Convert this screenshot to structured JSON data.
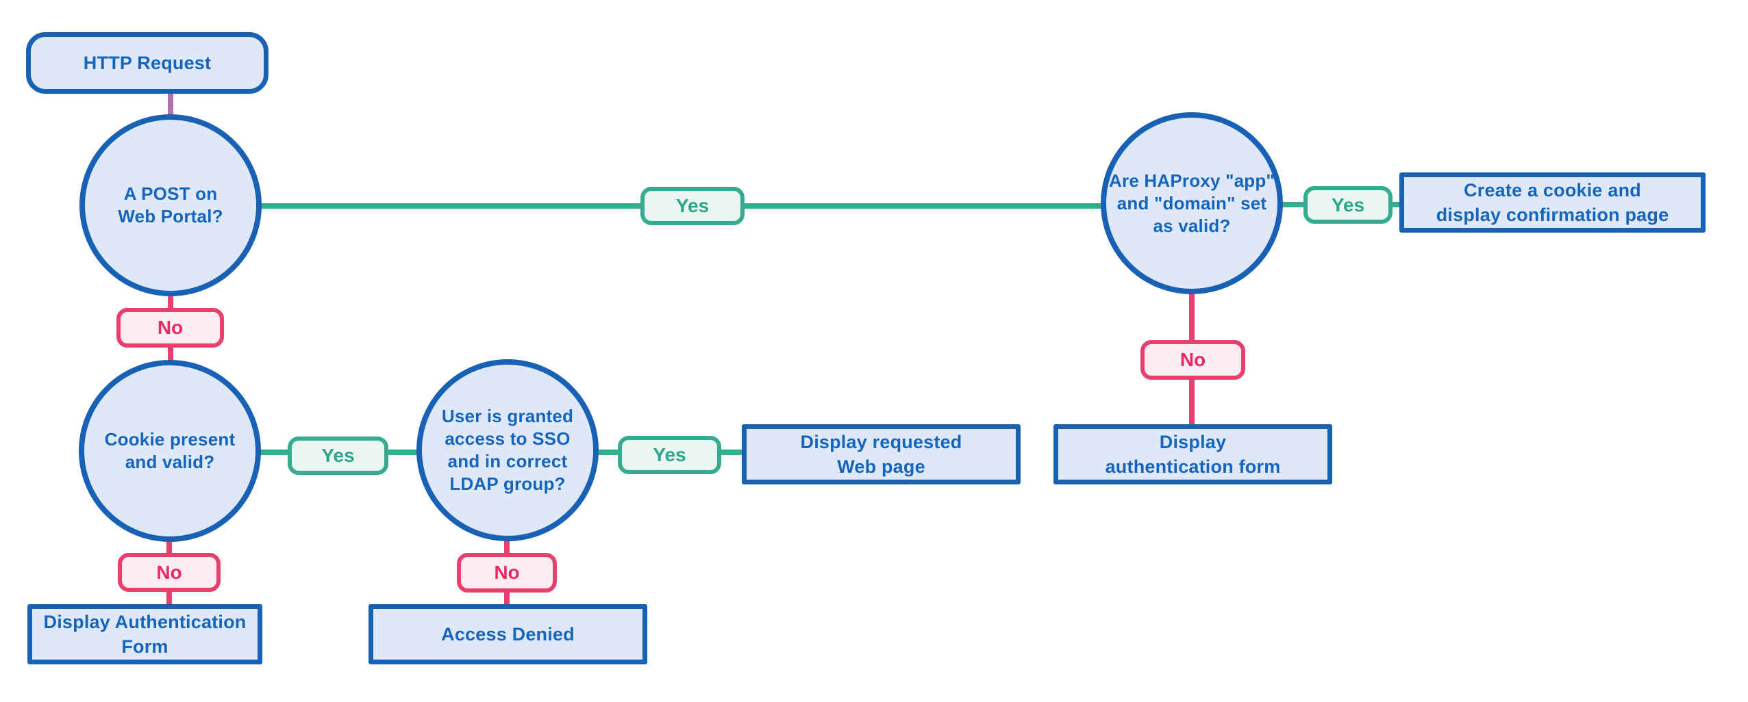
{
  "diagram": {
    "title": "SSO / HAProxy authentication flowchart",
    "nodes": {
      "http_request": {
        "label": "HTTP Request"
      },
      "post_web_portal": {
        "lines": [
          "A POST on",
          "Web Portal?"
        ]
      },
      "haproxy_valid": {
        "lines": [
          "Are HAProxy \"app\"",
          "and \"domain\" set",
          "as valid?"
        ]
      },
      "create_cookie": {
        "lines": [
          "Create a cookie and",
          "display confirmation page"
        ]
      },
      "display_auth_right": {
        "lines": [
          "Display",
          "authentication form"
        ]
      },
      "cookie_present": {
        "lines": [
          "Cookie present",
          "and valid?"
        ]
      },
      "user_granted": {
        "lines": [
          "User is granted",
          "access to SSO",
          "and in correct",
          "LDAP group?"
        ]
      },
      "display_requested": {
        "lines": [
          "Display requested",
          "Web page"
        ]
      },
      "access_denied": {
        "label": "Access Denied"
      },
      "display_auth_left": {
        "label": "Display Authentication Form"
      }
    },
    "edge_labels": {
      "yes1": "Yes",
      "yes2": "Yes",
      "yes3": "Yes",
      "yes4": "Yes",
      "no1": "No",
      "no2": "No",
      "no3": "No",
      "no4": "No"
    },
    "colors": {
      "background": "#ffffff",
      "node_fill": "#dfe8f6",
      "node_border": "#1961b5",
      "node_text": "#1565bc",
      "yes_line": "#35ab8f",
      "yes_fill": "#eaf6f1",
      "yes_text": "#2aa78a",
      "no_line": "#e8406d",
      "no_fill": "#fdecf2",
      "no_text": "#e62a62",
      "start_connector": "#b173ae"
    }
  }
}
